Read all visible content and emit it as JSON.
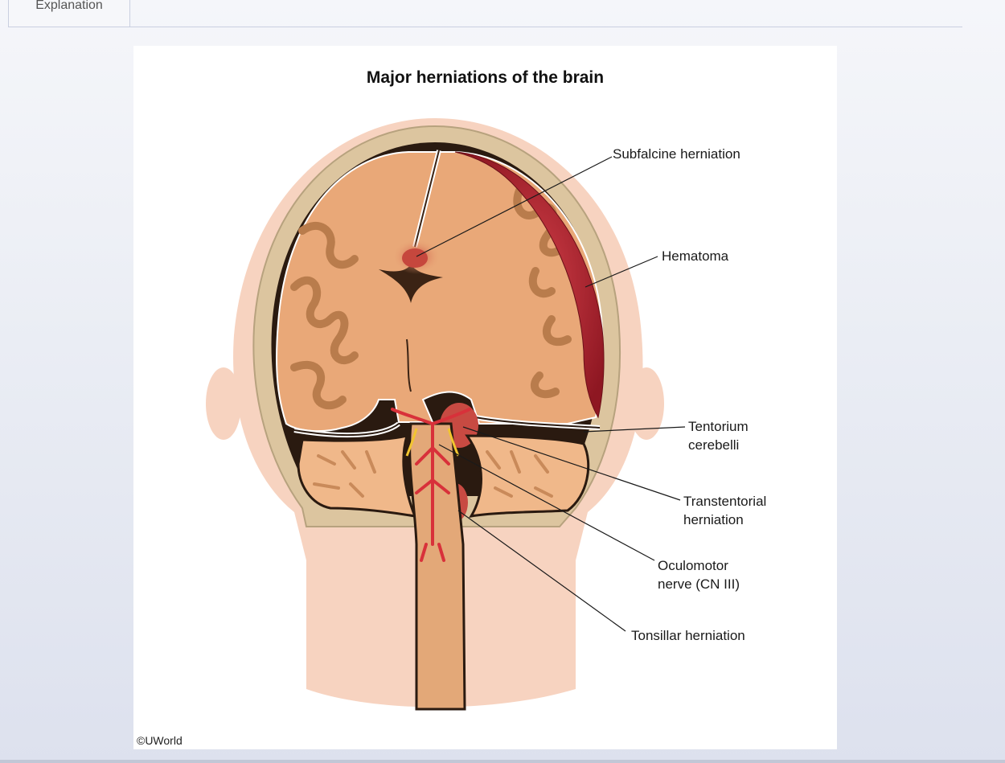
{
  "tabs": [
    {
      "label": "Explanation"
    }
  ],
  "figure": {
    "title": "Major herniations of the brain",
    "labels": {
      "subfalcine": "Subfalcine herniation",
      "hematoma": "Hematoma",
      "tentorium_line1": "Tentorium",
      "tentorium_line2": "cerebelli",
      "transtentorial_line1": "Transtentorial",
      "transtentorial_line2": "herniation",
      "oculomotor_line1": "Oculomotor",
      "oculomotor_line2": "nerve (CN III)",
      "tonsillar": "Tonsillar herniation"
    },
    "copyright": "©UWorld"
  },
  "colors": {
    "skin": "#f7d3c0",
    "bone": "#d9c29c",
    "brain": "#e9a878",
    "gyri": "#b97c4c",
    "hematoma": "#a8202b",
    "artery": "#d8313a",
    "nerve": "#f2c530"
  }
}
